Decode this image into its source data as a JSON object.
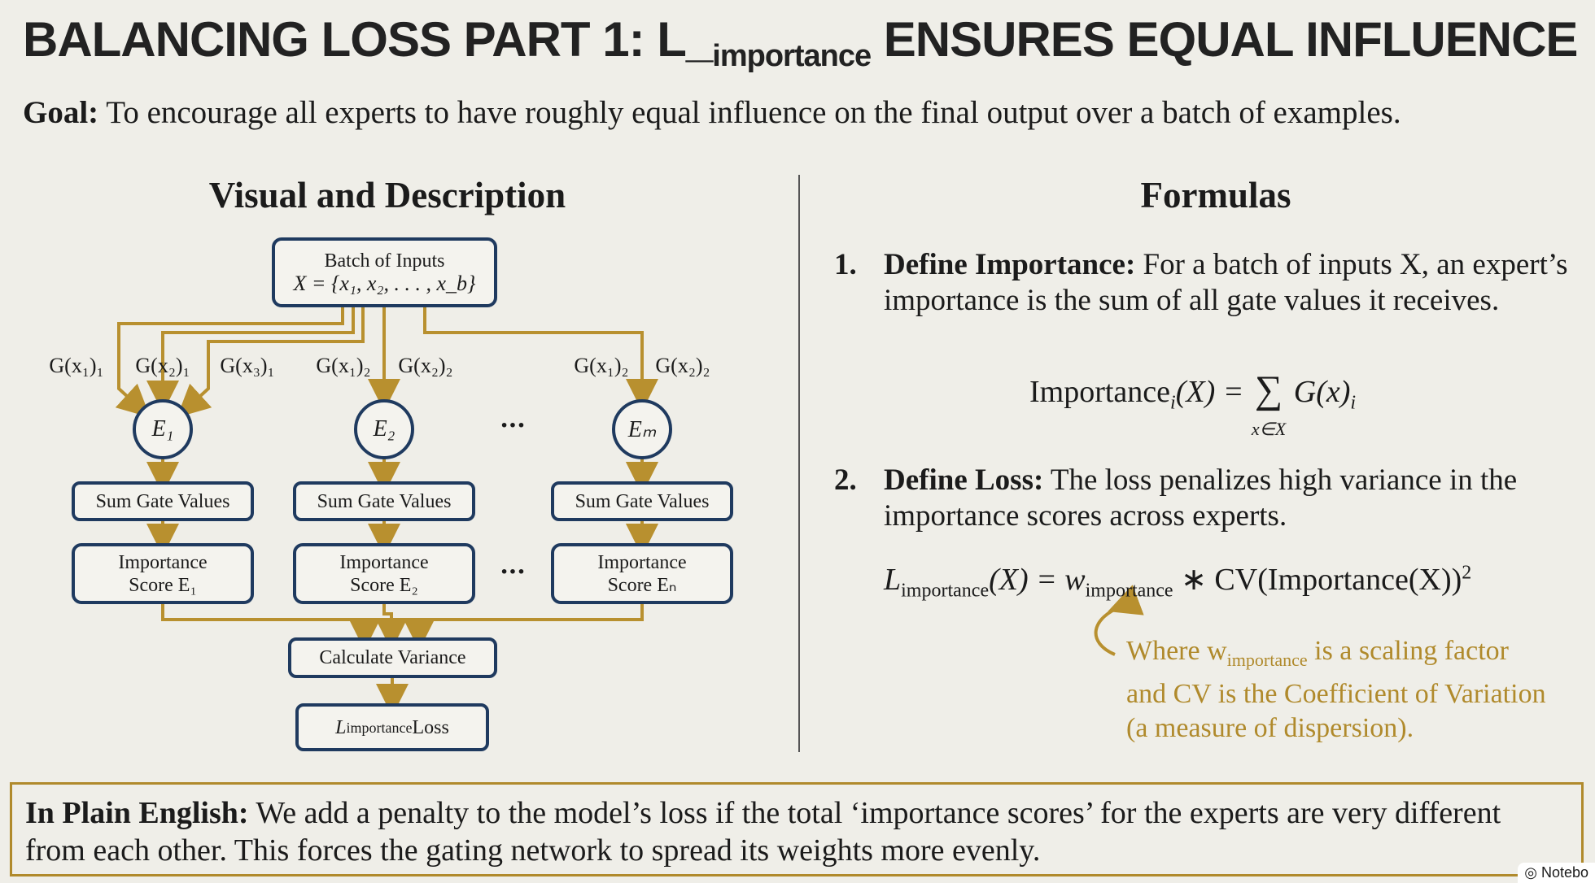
{
  "title": {
    "pre": "BALANCING LOSS PART 1: L_",
    "sub": "importance",
    "post": " ENSURES EQUAL INFLUENCE"
  },
  "goal": {
    "label": "Goal:",
    "text": " To encourage all experts to have roughly equal influence on the final output over a batch of examples."
  },
  "left_heading": "Visual and Description",
  "right_heading": "Formulas",
  "diagram": {
    "batch": {
      "line1": "Batch of Inputs",
      "line2": "X = {x₁, x₂, . . . , x_b}"
    },
    "gate_labels": [
      "G(x₁)₁",
      "G(x₂)₁",
      "G(x₃)₁",
      "G(x₁)₂",
      "G(x₂)₂",
      "G(x₁)₂",
      "G(x₂)₂"
    ],
    "experts": [
      "E₁",
      "E₂",
      "Eₘ"
    ],
    "ellipsis": "···",
    "sum_label": "Sum Gate Values",
    "importance": [
      {
        "l1": "Importance",
        "l2": "Score E₁"
      },
      {
        "l1": "Importance",
        "l2": "Score E₂"
      },
      {
        "l1": "Importance",
        "l2": "Score Eₙ"
      }
    ],
    "variance": "Calculate Variance",
    "loss": {
      "main": "L",
      "sub": "importance",
      "post": " Loss"
    }
  },
  "formulas": [
    {
      "num": "1.",
      "title": "Define Importance:",
      "text": " For a batch of inputs X, an expert’s importance is the sum of all gate values it receives."
    },
    {
      "num": "2.",
      "title": "Define Loss:",
      "text": " The loss penalizes high variance in the importance scores across experts."
    }
  ],
  "formula1": {
    "lhs": "Importance",
    "lhs_sub": "i",
    "lhs_arg": "(X) = ",
    "sum": "∑",
    "sum_sub": "x∈X",
    "rhs": "G(x)",
    "rhs_sub": "i"
  },
  "formula2": {
    "L": "L",
    "L_sub": "importance",
    "mid": "(X) = ",
    "w": "w",
    "w_sub": "importance",
    "rhs": " ∗ CV(Importance(X))",
    "sup": "2"
  },
  "note": {
    "l1a": "Where w",
    "l1sub": "importance",
    "l1b": " is a scaling factor",
    "l2": "and CV is the Coefficient of Variation",
    "l3": "(a measure of dispersion)."
  },
  "plain": {
    "label": "In Plain English:",
    "text": " We add a penalty to the model’s loss if the total ‘importance scores’ for the experts are very different from each other. This forces the gating network to spread its weights more evenly."
  },
  "badge": "Notebo",
  "colors": {
    "navy": "#1f3a5f",
    "gold": "#b8902f",
    "annotation": "#b08a2c",
    "background": "#efeee8"
  }
}
